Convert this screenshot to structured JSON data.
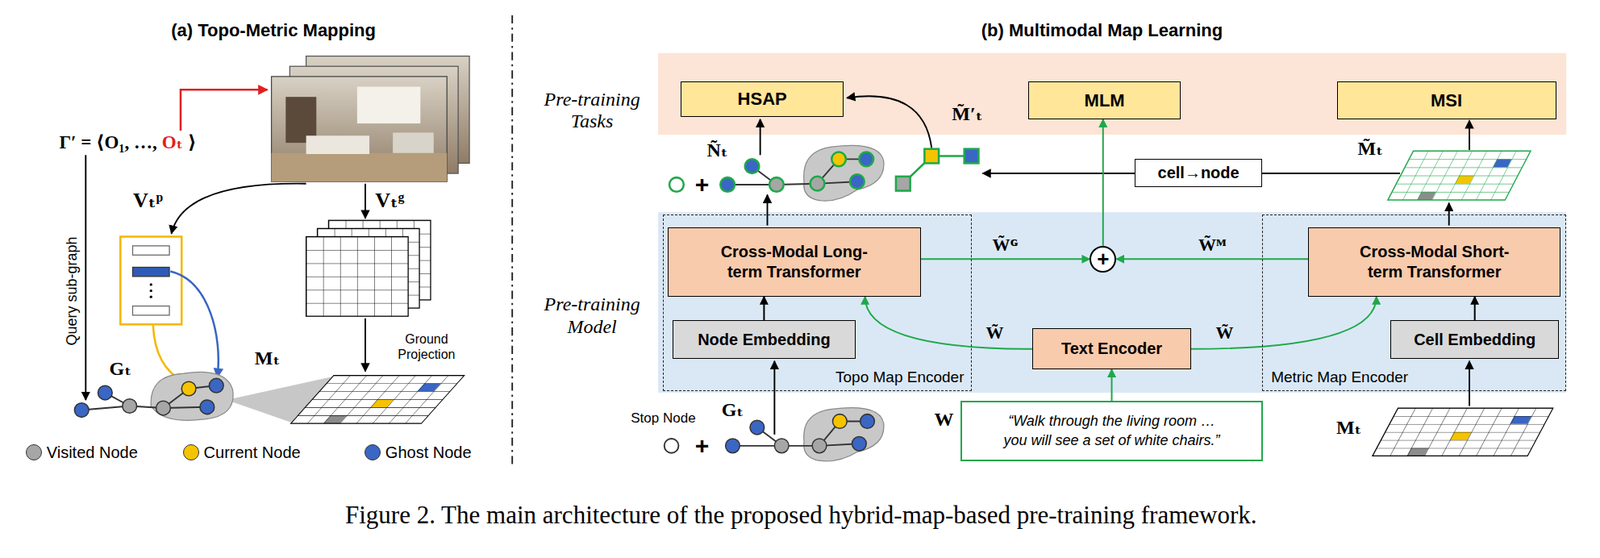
{
  "diagram": {
    "caption": "Figure 2. The main architecture of the proposed hybrid-map-based pre-training framework.",
    "nodes": [
      {
        "text": [
          "Pre-training Tasks"
        ]
      },
      {
        "text": [
          "HSAP"
        ],
        "in": 0
      },
      {
        "text": [
          "MLM"
        ],
        "in": 0
      },
      {
        "text": [
          "MSI"
        ],
        "in": 0
      },
      {
        "text": [
          "cell→node"
        ]
      },
      {
        "text": [
          "Pre-training Model"
        ]
      },
      {
        "text": [
          "Topo Map Encoder"
        ],
        "in": 5
      },
      {
        "text": [
          "Cross-Modal Long-term Transformer"
        ],
        "in": 6
      },
      {
        "text": [
          "Node Embedding"
        ],
        "in": 6
      },
      {
        "text": [
          "+"
        ],
        "in": 5
      },
      {
        "text": [
          "Text Encoder"
        ],
        "in": 5
      },
      {
        "text": [
          "Metric Map Encoder"
        ],
        "in": 5
      },
      {
        "text": [
          "Cross-Modal Short-term Transformer"
        ],
        "in": 11
      },
      {
        "text": [
          "Cell Embedding"
        ],
        "in": 11
      },
      {
        "text": [
          "“Walk through the living room … you will see a set of white chairs.”"
        ]
      }
    ],
    "edges": [
      {
        "from": 8,
        "to": 7,
        "arrow": "to"
      },
      {
        "from": 13,
        "to": 12,
        "arrow": "to"
      },
      {
        "from": 14,
        "to": 10,
        "arrow": "to"
      },
      {
        "from": 10,
        "to": 7,
        "label": "W̃",
        "arrow": "to"
      },
      {
        "from": 10,
        "to": 12,
        "label": "W̃",
        "arrow": "to"
      },
      {
        "from": 7,
        "to": 9,
        "label": "W̃ᴳ",
        "arrow": "to"
      },
      {
        "from": 12,
        "to": 9,
        "label": "W̃ᴹ",
        "arrow": "to"
      },
      {
        "from": 9,
        "to": 2,
        "arrow": "to"
      }
    ],
    "labels": [
      "(a) Topo-Metric Mapping",
      "Γ′ = ⟨O₁, …,",
      "Oₜ",
      "⟩",
      "Query sub-graph",
      "Vₜᵖ",
      "Vₜᵍ",
      "Gₜ",
      "Mₜ",
      "Ground Projection",
      "(b) Multimodal Map Learning",
      "Ñₜ",
      "+",
      "M̃′ₜ",
      "M̃ₜ",
      "Stop Node",
      "+",
      "Gₜ",
      "W",
      "Mₜ"
    ],
    "legend": [
      {
        "text": "Visited Node",
        "color": "#a6a6a6"
      },
      {
        "text": "Current Node",
        "color": "#f5c400"
      },
      {
        "text": "Ghost Node",
        "color": "#3a66c4"
      }
    ]
  }
}
